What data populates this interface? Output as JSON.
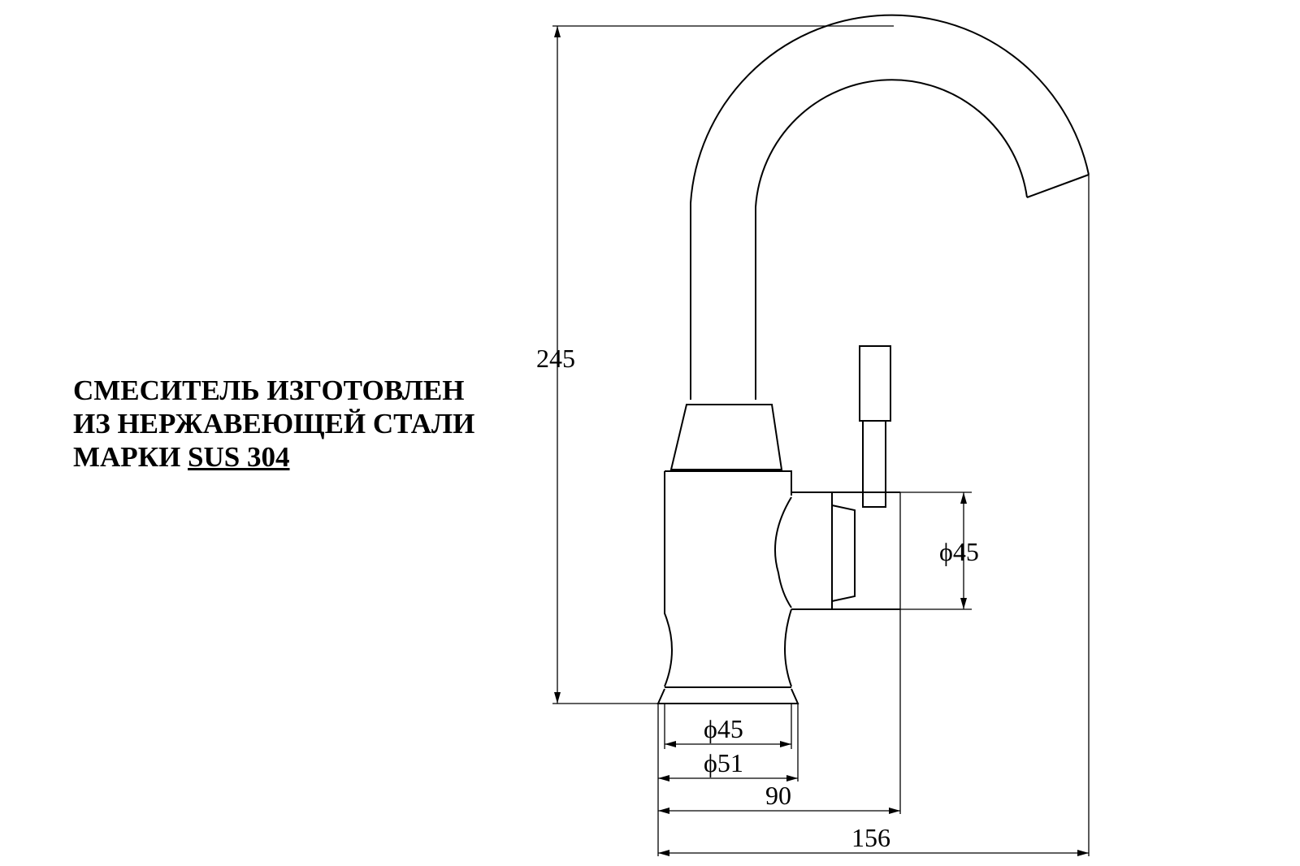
{
  "note": {
    "line1": "СМЕСИТЕЛЬ ИЗГОТОВЛЕН",
    "line2": "ИЗ НЕРЖАВЕЮЩЕЙ СТАЛИ",
    "line3_prefix": "МАРКИ ",
    "line3_underlined": "SUS 304"
  },
  "dimensions": {
    "height": "245",
    "handle_body_diameter": "ϕ45",
    "base_inner_diameter": "ϕ45",
    "base_outer_diameter": "ϕ51",
    "handle_reach": "90",
    "spout_reach": "156"
  }
}
